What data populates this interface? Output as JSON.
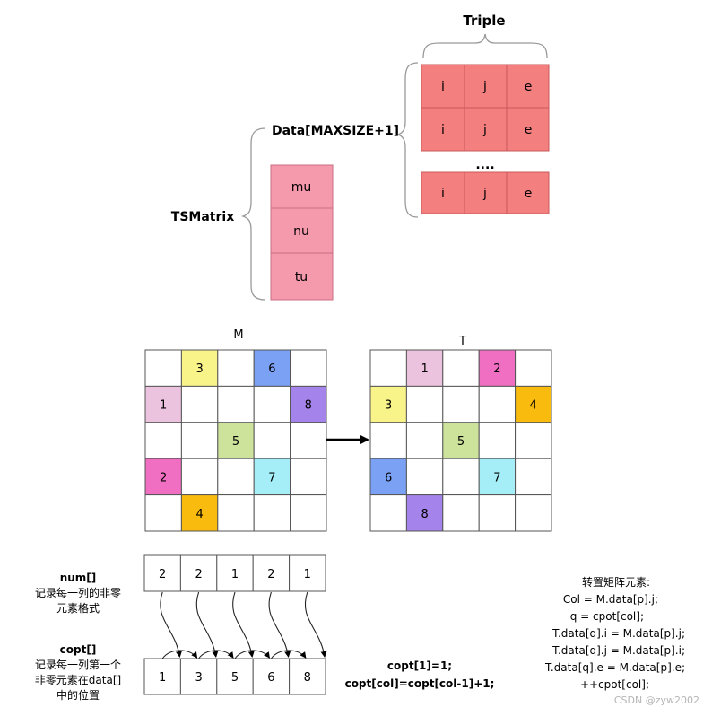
{
  "structure": {
    "triple_label": "Triple",
    "data_label": "Data[MAXSIZE+1]",
    "tsmatrix_label": "TSMatrix",
    "triple_fields": [
      "i",
      "j",
      "e"
    ],
    "ellipsis": "....",
    "tsmatrix_fields": [
      "mu",
      "nu",
      "tu"
    ]
  },
  "matrices": {
    "m_title": "M",
    "t_title": "T",
    "m_rows": [
      [
        "",
        "3",
        "",
        "6",
        ""
      ],
      [
        "1",
        "",
        "",
        "",
        "8"
      ],
      [
        "",
        "",
        "5",
        "",
        ""
      ],
      [
        "2",
        "",
        "",
        "7",
        ""
      ],
      [
        "",
        "4",
        "",
        "",
        ""
      ]
    ],
    "t_rows": [
      [
        "",
        "1",
        "",
        "2",
        ""
      ],
      [
        "3",
        "",
        "",
        "",
        "4"
      ],
      [
        "",
        "",
        "5",
        "",
        ""
      ],
      [
        "6",
        "",
        "",
        "7",
        ""
      ],
      [
        "",
        "8",
        "",
        "",
        ""
      ]
    ],
    "colors": {
      "1": "#ecc3de",
      "2": "#f06fc3",
      "3": "#f9f48a",
      "4": "#f9bb0d",
      "5": "#cde29b",
      "6": "#7aa1f4",
      "7": "#a5eef8",
      "8": "#a483ea"
    }
  },
  "arrays": {
    "num_title": "num[]",
    "num_desc_1": "记录每一列的非零",
    "num_desc_2": "元素格式",
    "num_values": [
      "2",
      "2",
      "1",
      "2",
      "1"
    ],
    "copt_title": "copt[]",
    "copt_desc_1": "记录每一列第一个",
    "copt_desc_2": "非零元素在data[]",
    "copt_desc_3": "中的位置",
    "copt_values": [
      "1",
      "3",
      "5",
      "6",
      "8"
    ],
    "formula_1": "copt[1]=1;",
    "formula_2": "copt[col]=copt[col-1]+1;"
  },
  "code": {
    "title": "转置矩阵元素:",
    "lines": [
      "Col = M.data[p].j;",
      "q = cpot[col];",
      "T.data[q].i = M.data[p].j;",
      "T.data[q].j = M.data[p].i;",
      "T.data[q].e = M.data[p].e;",
      "++cpot[col];"
    ]
  },
  "watermark": "CSDN @zyw2002",
  "palette": {
    "triple_fill": "#f47f7f",
    "triple_stroke": "#c85a5a",
    "tsm_fill": "#f59aad",
    "tsm_stroke": "#c96f82",
    "grid_stroke": "#555555"
  }
}
